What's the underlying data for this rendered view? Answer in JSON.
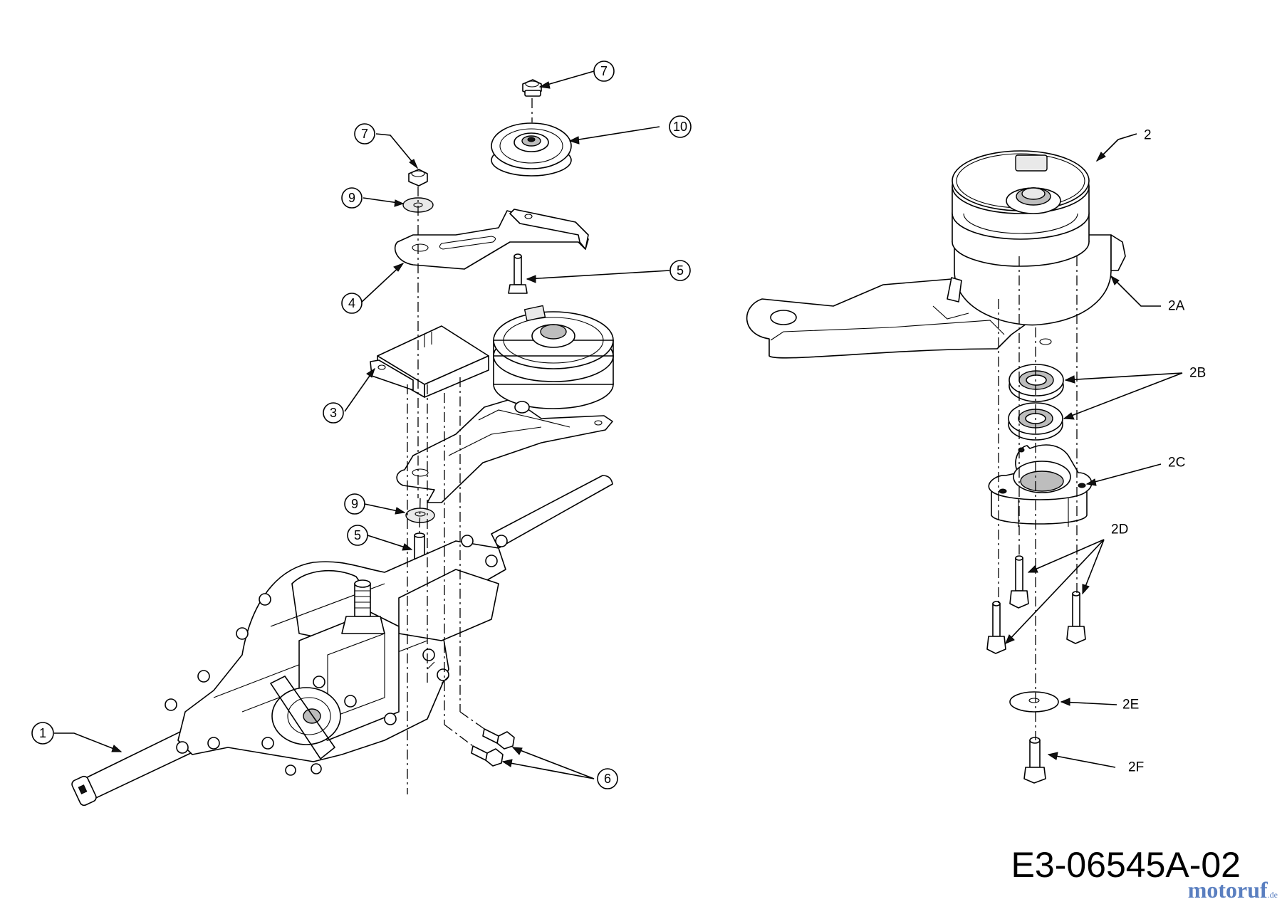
{
  "drawing_number": "E3-06545A-02",
  "watermark": {
    "brand": "motoruf",
    "suffix": ".de"
  },
  "callouts_circled": [
    {
      "id": "c7a",
      "label": "7"
    },
    {
      "id": "c10",
      "label": "10"
    },
    {
      "id": "c7b",
      "label": "7"
    },
    {
      "id": "c9a",
      "label": "9"
    },
    {
      "id": "c5a",
      "label": "5"
    },
    {
      "id": "c4",
      "label": "4"
    },
    {
      "id": "c3",
      "label": "3"
    },
    {
      "id": "c9b",
      "label": "9"
    },
    {
      "id": "c5b",
      "label": "5"
    },
    {
      "id": "c1",
      "label": "1"
    },
    {
      "id": "c6",
      "label": "6"
    }
  ],
  "callouts_plain": [
    {
      "id": "p2",
      "label": "2"
    },
    {
      "id": "p2A",
      "label": "2A"
    },
    {
      "id": "p2B",
      "label": "2B"
    },
    {
      "id": "p2C",
      "label": "2C"
    },
    {
      "id": "p2D",
      "label": "2D"
    },
    {
      "id": "p2E",
      "label": "2E"
    },
    {
      "id": "p2F",
      "label": "2F"
    }
  ]
}
